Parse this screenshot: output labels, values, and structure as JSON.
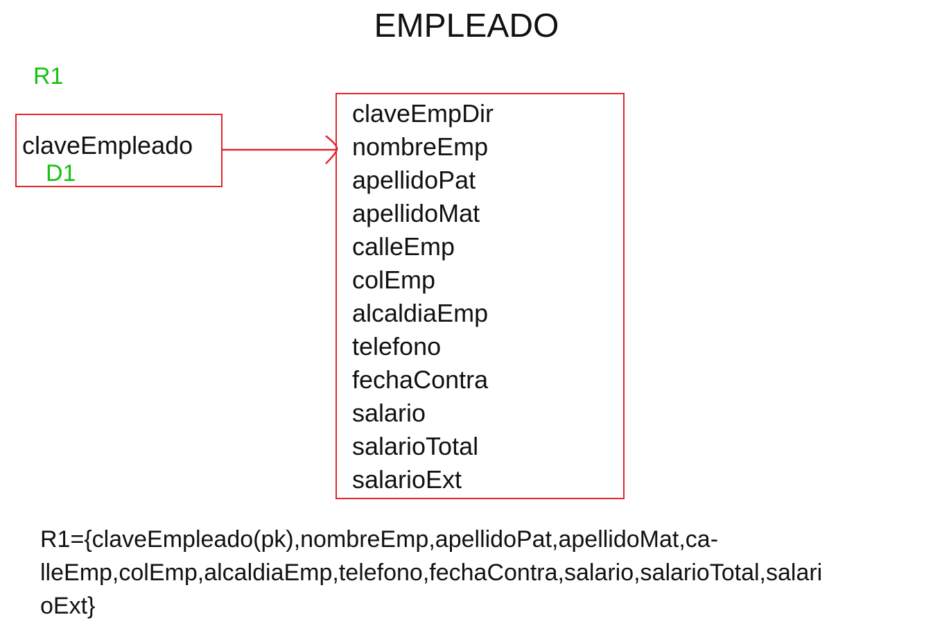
{
  "title": "EMPLEADO",
  "relation_label": "R1",
  "dependency_label": "D1",
  "determinant": "claveEmpleado",
  "dependents": [
    "claveEmpDir",
    "nombreEmp",
    "apellidoPat",
    "apellidoMat",
    "calleEmp",
    "colEmp",
    "alcaldiaEmp",
    "telefono",
    "fechaContra",
    "salario",
    "salarioTotal",
    "salarioExt"
  ],
  "relation_lines": [
    "R1={claveEmpleado(pk),nombreEmp,apellidoPat,apellidoMat,ca-",
    "lleEmp,colEmp,alcaldiaEmp,telefono,fechaContra,salario,salarioTotal,salari",
    "oExt}"
  ],
  "colors": {
    "box_border": "#e3242b",
    "label_green": "#16c116",
    "text": "#111111"
  }
}
